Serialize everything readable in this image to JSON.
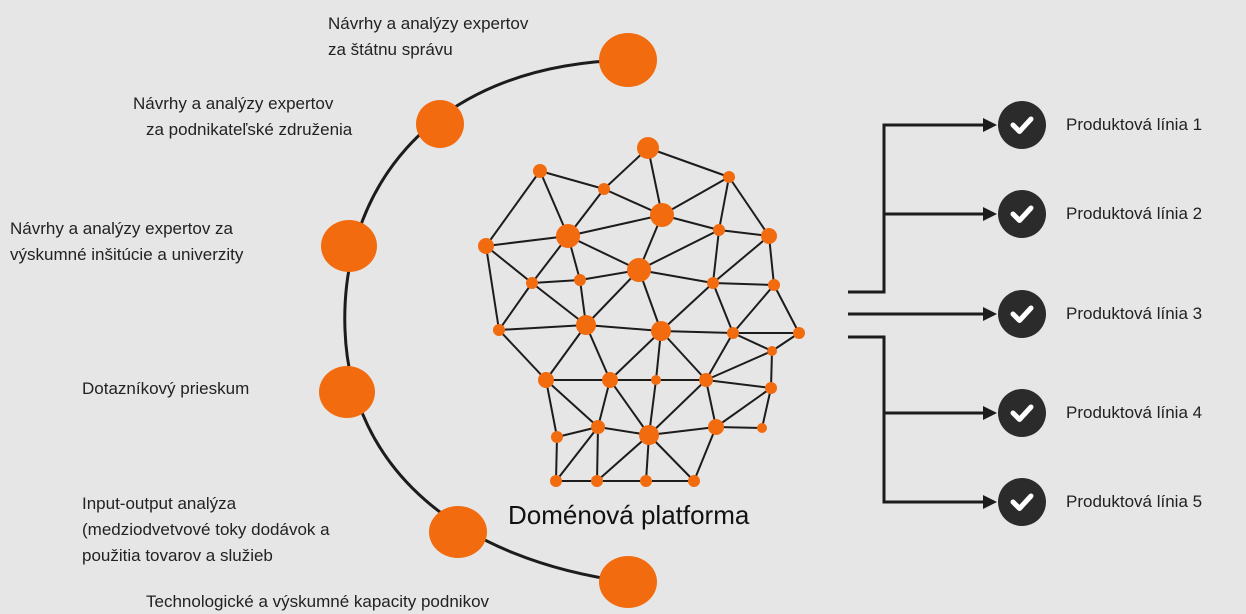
{
  "sources": [
    {
      "lines": [
        "Návrhy a analýzy expertov",
        "za štátnu správu"
      ]
    },
    {
      "lines": [
        "Návrhy a analýzy expertov",
        "za podnikateľské združenia"
      ]
    },
    {
      "lines": [
        "Návrhy a analýzy expertov za",
        "výskumné inšitúcie a univerzity"
      ]
    },
    {
      "lines": [
        "Dotazníkový prieskum"
      ]
    },
    {
      "lines": [
        "Input-output analýza",
        "(medziodvetvové toky dodávok a",
        "použitia tovarov a služieb"
      ]
    },
    {
      "lines": [
        "Technologické a výskumné kapacity podnikov"
      ]
    }
  ],
  "center": {
    "title": "Doménová platforma"
  },
  "products": [
    {
      "label": "Produktová línia 1"
    },
    {
      "label": "Produktová línia 2"
    },
    {
      "label": "Produktová línia 3"
    },
    {
      "label": "Produktová línia 4"
    },
    {
      "label": "Produktová línia 5"
    }
  ],
  "colors": {
    "accent": "#f26b0f",
    "dark": "#2b2b2b",
    "background": "#e6e6e6"
  }
}
